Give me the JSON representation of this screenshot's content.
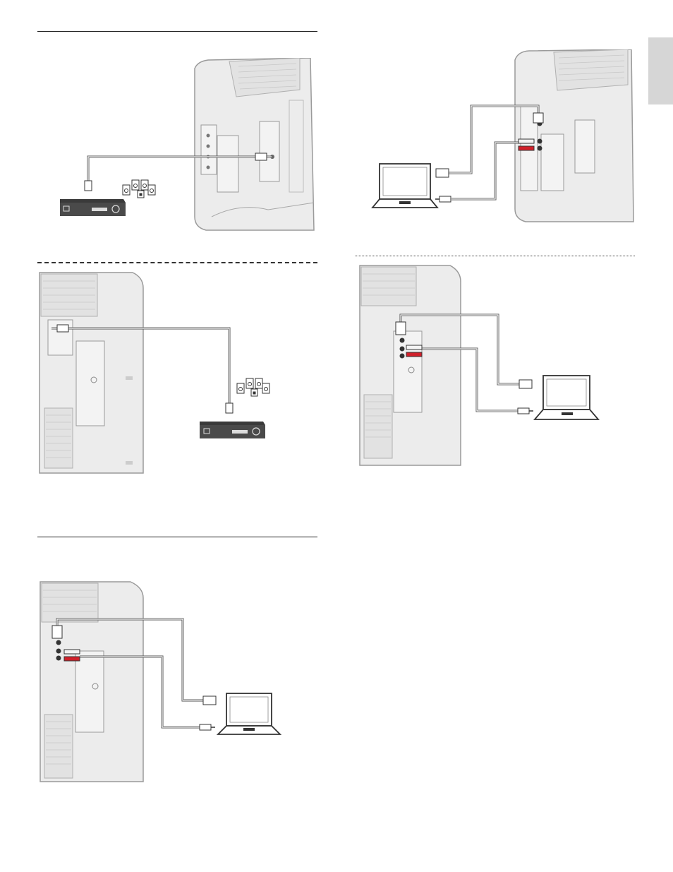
{
  "page": {
    "language_tab": "",
    "figures": [
      {
        "id": "tv-to-receiver-coax",
        "caption": ""
      },
      {
        "id": "pc-to-tv-vga-audio",
        "caption": ""
      },
      {
        "id": "tv-to-receiver-coax-side",
        "caption": ""
      },
      {
        "id": "pc-to-tv-hdmi-audio-side",
        "caption": ""
      },
      {
        "id": "pc-to-tv-hdmi-audio-lower",
        "caption": ""
      }
    ]
  },
  "colors": {
    "tv_body": "#ececec",
    "tv_outline": "#9a9a9a",
    "cable": "#555555",
    "audio_red": "#d0202a",
    "audio_white": "#f4f4f4",
    "device": "#3a3a3a",
    "section_tab": "#d6d6d6"
  },
  "icons": [
    "tv-back-panel-icon",
    "av-receiver-icon",
    "speakers-icon",
    "laptop-icon",
    "hdmi-plug-icon",
    "audio-jack-plug-icon",
    "rca-plug-icon"
  ]
}
